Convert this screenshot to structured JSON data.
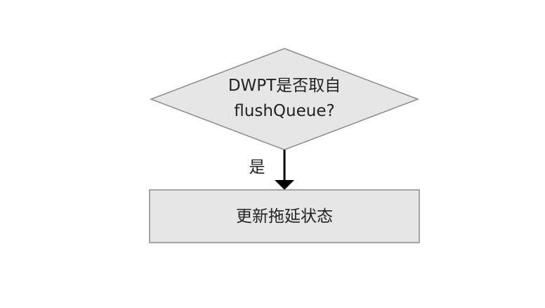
{
  "diagram": {
    "decision": {
      "line1": "DWPT是否取自",
      "line2": "flushQueue?"
    },
    "edge_yes": {
      "label": "是"
    },
    "process": {
      "label": "更新拖延状态"
    },
    "colors": {
      "shape_fill": "#e6e6e6",
      "shape_stroke": "#8c8c8c",
      "arrow": "#000000",
      "text": "#222222"
    }
  }
}
